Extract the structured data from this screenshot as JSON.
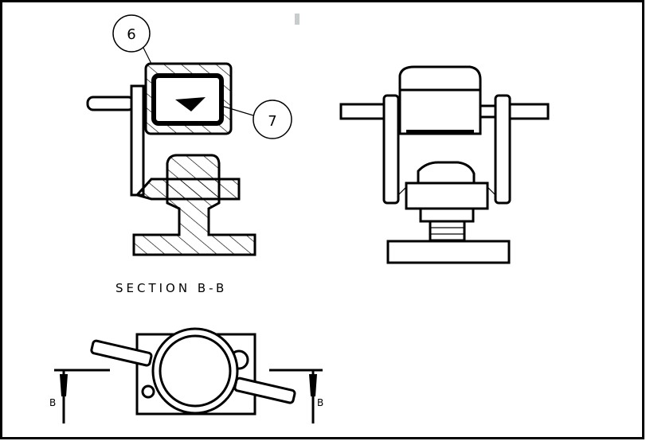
{
  "drawing": {
    "balloons": [
      {
        "label": "6"
      },
      {
        "label": "7"
      }
    ],
    "section_title": "SECTION B-B",
    "section_marker_left": "B",
    "section_marker_right": "B"
  },
  "colors": {
    "line": "#000000",
    "background": "#ffffff",
    "cursor": "#c8cccc"
  }
}
